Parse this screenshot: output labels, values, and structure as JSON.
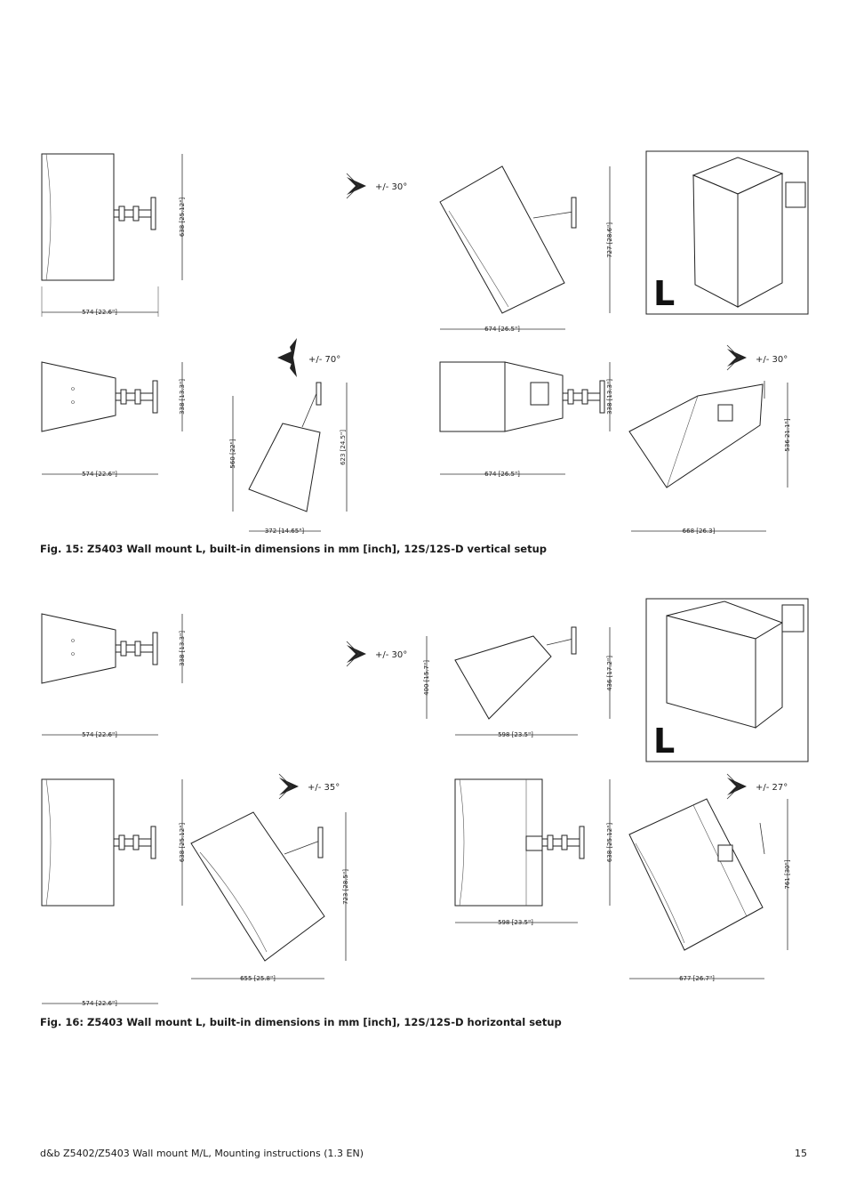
{
  "figures": [
    {
      "caption": "Fig. 15: Z5403 Wall mount L, built-in dimensions in mm [inch], 12S/12S-D vertical setup",
      "dimensions": {
        "d1": "574 [22.6\"]",
        "d2": "638 [25.12\"]",
        "d3": "727 [28.6\"]",
        "d4": "674 [26.5\"]",
        "d5": "574 [22.6\"]",
        "d6": "338 [13.3\"]",
        "d7": "560 [22\"]",
        "d8": "623 [24.5\"]",
        "d9": "372 [14.65\"]",
        "d10": "674 [26.5\"]",
        "d11": "338 [13.3\"]",
        "d12": "536 21.1\"]",
        "d13": "668 [26.3]"
      },
      "angles": {
        "a1": "+/- 30°",
        "a2": "+/- 70°",
        "a3": "+/- 30°"
      },
      "model_letter": "L"
    },
    {
      "caption": "Fig. 16: Z5403 Wall mount L, built-in dimensions in mm [inch], 12S/12S-D horizontal setup",
      "dimensions": {
        "d1": "574 [22.6\"]",
        "d2": "338 [13.3\"]",
        "d3": "400 [15.7\"]",
        "d4": "436 [17.2\"]",
        "d5": "598 [23.5\"]",
        "d6": "638 [25.12\"]",
        "d7": "723 [28.5\"]",
        "d8": "655 [25.8\"]",
        "d9": "574 [22.6\"]",
        "d10": "638 [25.12\"]",
        "d11": "598 [23.5\"]",
        "d12": "761 [30\"]",
        "d13": "677 [26.7\"]"
      },
      "angles": {
        "a1": "+/- 30°",
        "a2": "+/- 35°",
        "a3": "+/- 27°"
      },
      "model_letter": "L"
    }
  ],
  "footer": {
    "document_title": "d&b Z5402/Z5403 Wall mount M/L, Mounting instructions (1.3 EN)",
    "page_number": "15"
  }
}
